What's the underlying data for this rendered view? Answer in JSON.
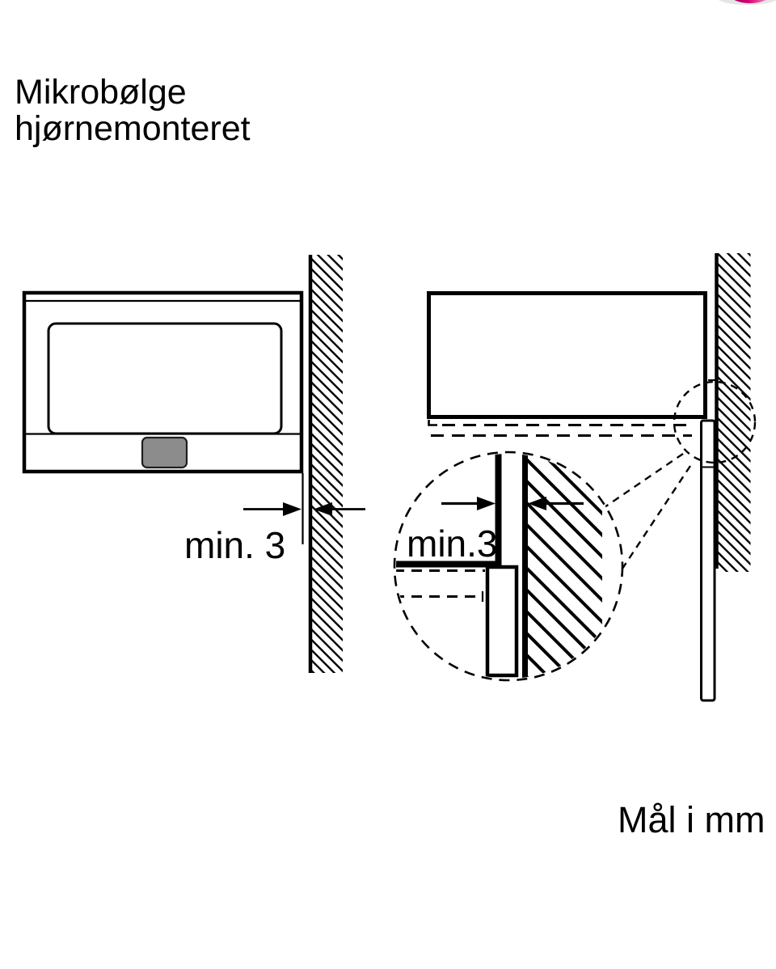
{
  "diagram": {
    "title_line1": "Mikrobølge",
    "title_line2": "hjørnemonteret",
    "front_view_dimension_label": "min. 3",
    "detail_dimension_label": "min.3",
    "units_note": "Mål i mm",
    "unit": "mm",
    "minimum_gap_mm": 3
  },
  "colors": {
    "line": "#000000",
    "background": "#ffffff",
    "control_button_fill": "#8c8c8c",
    "badge_pink": "#e6007e"
  }
}
